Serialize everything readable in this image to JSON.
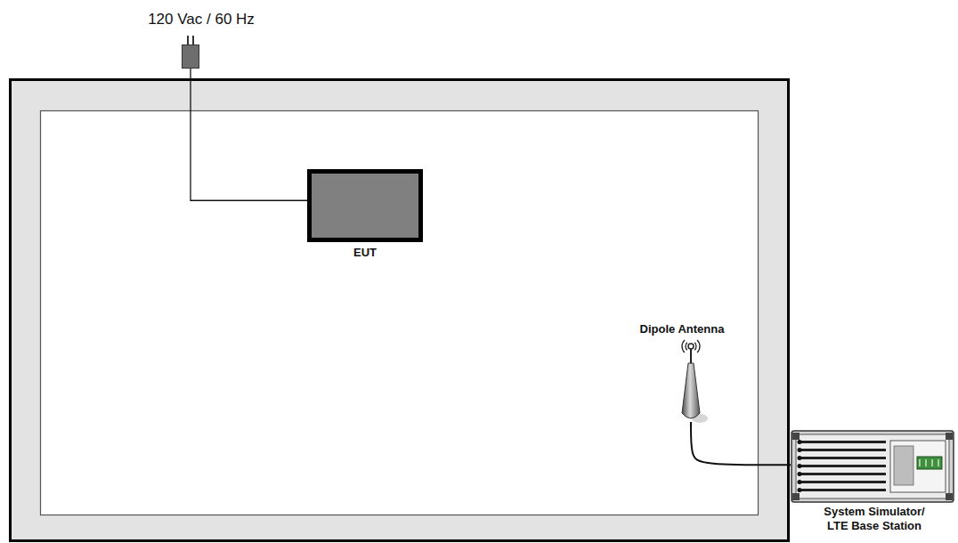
{
  "diagram": {
    "nodes": [
      {
        "text": [
          "120 Vac / 60 Hz"
        ]
      },
      {
        "text": [
          "EUT"
        ]
      },
      {
        "text": [
          "Dipole Antenna"
        ]
      },
      {
        "text": [
          "System Simulator/ LTE Base Station"
        ]
      }
    ],
    "edges": [
      {
        "from": 0,
        "to": 1,
        "arrow": "none"
      },
      {
        "from": 2,
        "to": 3,
        "arrow": "none"
      }
    ]
  }
}
